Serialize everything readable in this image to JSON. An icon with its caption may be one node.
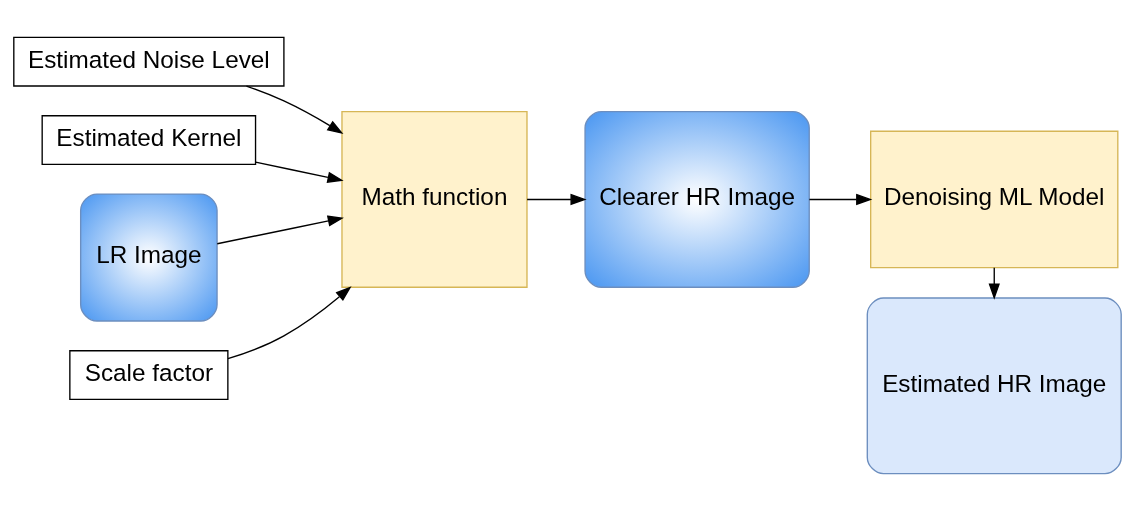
{
  "diagram": {
    "nodes": [
      {
        "text": [
          "Estimated Noise Level"
        ]
      },
      {
        "text": [
          "Estimated Kernel"
        ]
      },
      {
        "text": [
          "LR Image"
        ]
      },
      {
        "text": [
          "Scale factor"
        ]
      },
      {
        "text": [
          "Math function"
        ]
      },
      {
        "text": [
          "Clearer HR Image"
        ]
      },
      {
        "text": [
          "Denoising ML Model"
        ]
      },
      {
        "text": [
          "Estimated HR Image"
        ]
      }
    ],
    "edges": [
      {
        "from": 0,
        "to": 4,
        "arrow": "to"
      },
      {
        "from": 1,
        "to": 4,
        "arrow": "to"
      },
      {
        "from": 2,
        "to": 4,
        "arrow": "to"
      },
      {
        "from": 3,
        "to": 4,
        "arrow": "to"
      },
      {
        "from": 4,
        "to": 5,
        "arrow": "to"
      },
      {
        "from": 5,
        "to": 6,
        "arrow": "to"
      },
      {
        "from": 6,
        "to": 7,
        "arrow": "to"
      }
    ]
  }
}
